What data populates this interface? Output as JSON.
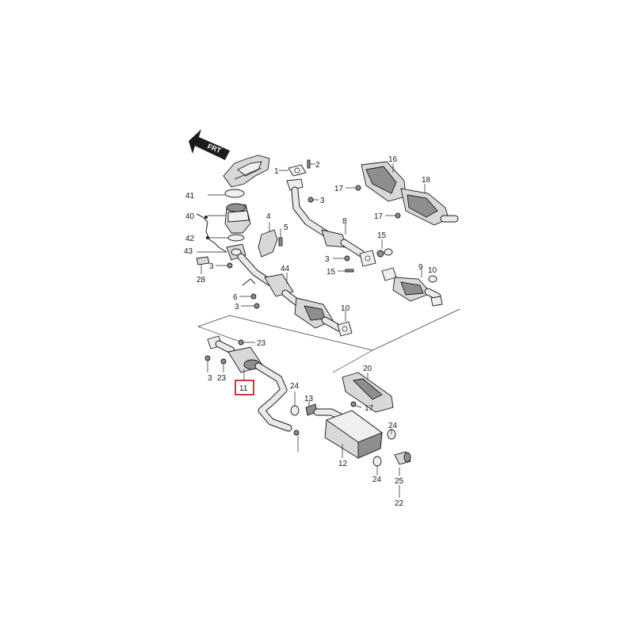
{
  "diagram": {
    "direction_label": "FRT",
    "highlight_color": "#c4242b",
    "callouts": {
      "c1": "1",
      "c2": "2",
      "c3a": "3",
      "c3b": "3",
      "c3c": "3",
      "c3d": "3",
      "c3e": "3",
      "c4": "4",
      "c5": "5",
      "c6": "6",
      "c8": "8",
      "c9": "9",
      "c10a": "10",
      "c10b": "10",
      "c11": "11",
      "c12": "12",
      "c13": "13",
      "c15a": "15",
      "c15b": "15",
      "c16": "16",
      "c17a": "17",
      "c17b": "17",
      "c17c": "17",
      "c18": "18",
      "c20": "20",
      "c22": "22",
      "c23a": "23",
      "c23b": "23",
      "c24a": "24",
      "c24b": "24",
      "c24c": "24",
      "c25": "25",
      "c28": "28",
      "c40": "40",
      "c41": "41",
      "c42": "42",
      "c43": "43",
      "c44": "44"
    }
  }
}
